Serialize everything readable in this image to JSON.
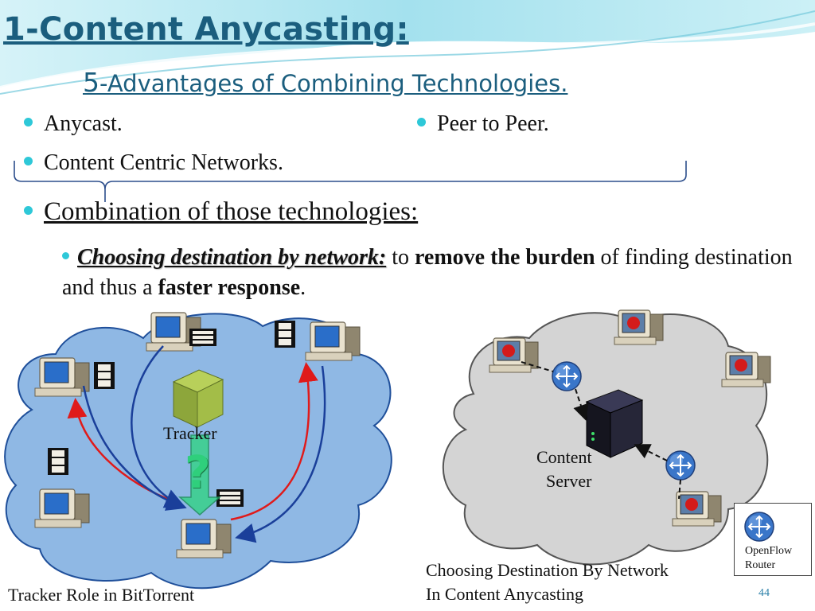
{
  "slide": {
    "title": "1-Content Anycasting:",
    "subtitle_number": "5",
    "subtitle_text": "-Advantages of Combining Technologies.",
    "page_number": "44"
  },
  "bullets": {
    "anycast": "Anycast.",
    "peer_to_peer": "Peer to Peer.",
    "ccn": "Content Centric Networks.",
    "combination": "Combination of those technologies:",
    "sub_bold_italic": "Choosing destination by network:",
    "sub_to": " to ",
    "sub_bold1": "remove the burden",
    "sub_mid": " of finding destination and thus a ",
    "sub_bold2": "faster response",
    "sub_end": "."
  },
  "left_diagram": {
    "tracker_label": "Tracker",
    "question_mark": "?",
    "caption": "Tracker Role in BitTorrent"
  },
  "right_diagram": {
    "server_label_line1": "Content",
    "server_label_line2": "Server",
    "caption_line1": "Choosing Destination By Network",
    "caption_line2": "In Content Anycasting",
    "legend_line1": "OpenFlow",
    "legend_line2": "Router"
  },
  "colors": {
    "title": "#1b5e7e",
    "bullet": "#2ec8d8",
    "left_cloud": "#8fb8e4",
    "right_cloud": "#d4d4d4",
    "red_arrow": "#e01a1a",
    "blue_arrow": "#1a3f9a",
    "tracker_arrow": "#37d18a",
    "server": "#1c1c2c",
    "router": "#3a76c9"
  }
}
